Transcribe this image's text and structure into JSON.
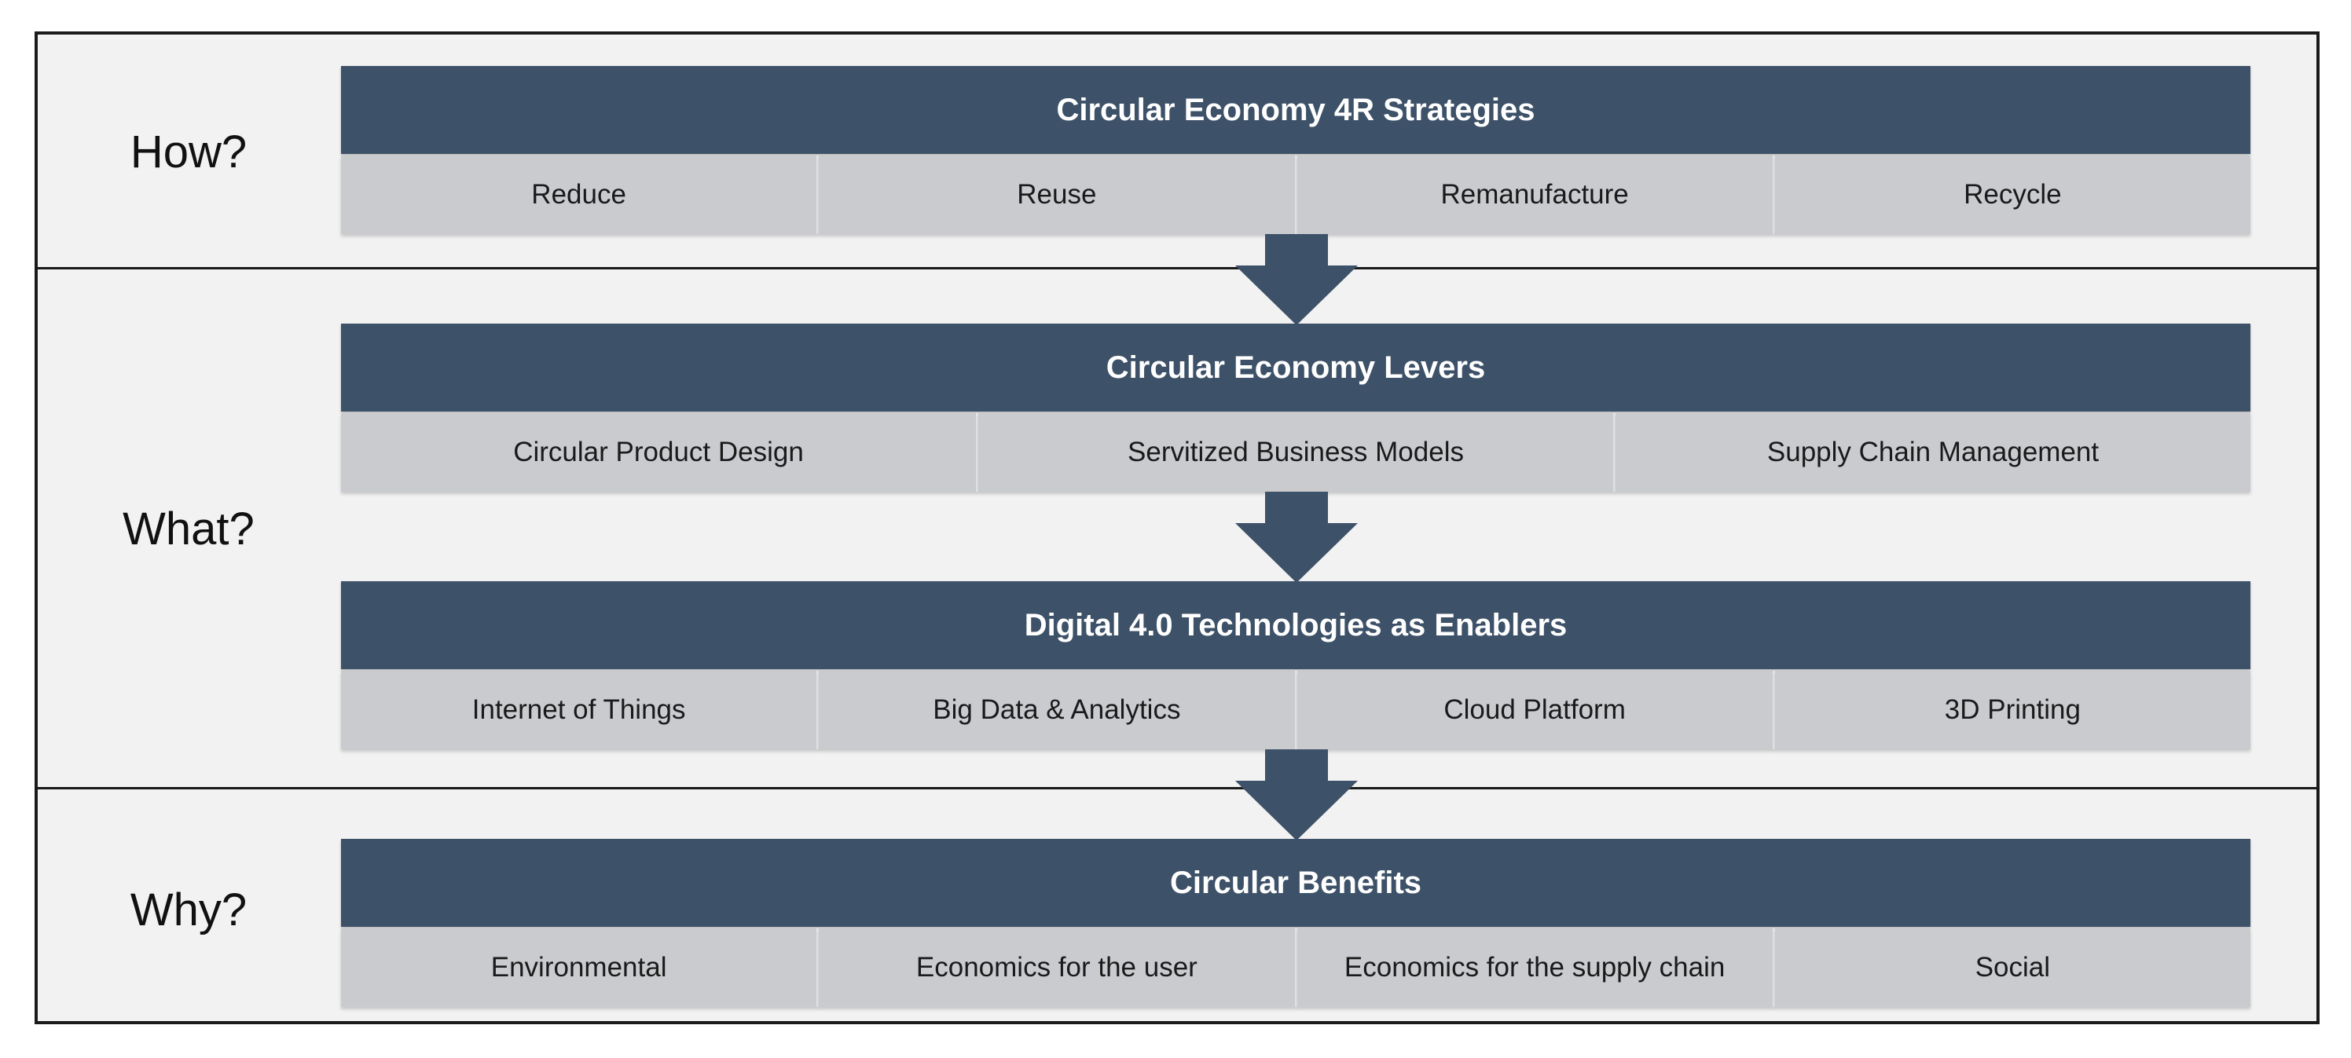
{
  "rows": {
    "how": "How?",
    "what": "What?",
    "why": "Why?"
  },
  "blocks": {
    "strategies": {
      "title": "Circular Economy 4R Strategies",
      "items": [
        "Reduce",
        "Reuse",
        "Remanufacture",
        "Recycle"
      ]
    },
    "levers": {
      "title": "Circular Economy Levers",
      "items": [
        "Circular Product Design",
        "Servitized Business Models",
        "Supply Chain Management"
      ]
    },
    "technologies": {
      "title": "Digital 4.0 Technologies as Enablers",
      "items": [
        "Internet of Things",
        "Big Data & Analytics",
        "Cloud Platform",
        "3D Printing"
      ]
    },
    "benefits": {
      "title": "Circular Benefits",
      "items": [
        "Environmental",
        "Economics for the user",
        "Economics for the supply chain",
        "Social"
      ]
    }
  },
  "colors": {
    "header": "#3d5168",
    "cell": "#c9cbcf",
    "panel": "#f2f2f2",
    "border": "#1a1a1a"
  }
}
